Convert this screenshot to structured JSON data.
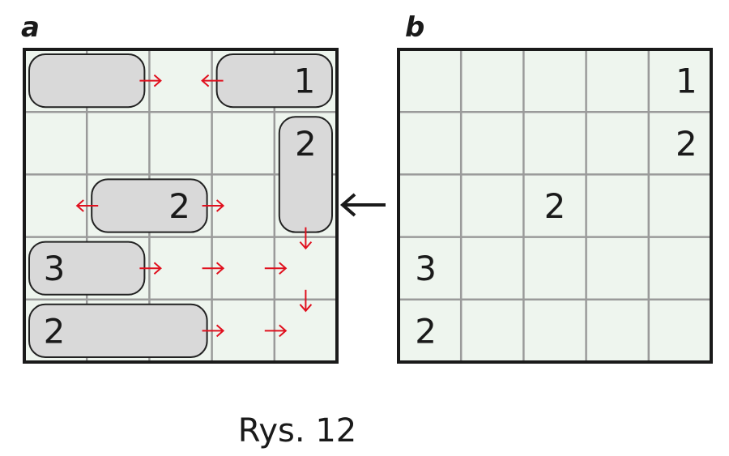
{
  "panels": {
    "a": {
      "label": "a",
      "size": 5,
      "blocks": [
        {
          "row": 0,
          "col": 0,
          "rows": 1,
          "cols": 2,
          "number": "",
          "number_at": "right"
        },
        {
          "row": 0,
          "col": 3,
          "rows": 1,
          "cols": 2,
          "number": "1",
          "number_at": "right"
        },
        {
          "row": 1,
          "col": 4,
          "rows": 2,
          "cols": 1,
          "number": "2",
          "number_at": "top"
        },
        {
          "row": 2,
          "col": 1,
          "rows": 1,
          "cols": 2,
          "number": "2",
          "number_at": "right"
        },
        {
          "row": 3,
          "col": 0,
          "rows": 1,
          "cols": 2,
          "number": "3",
          "number_at": "left"
        },
        {
          "row": 4,
          "col": 0,
          "rows": 1,
          "cols": 3,
          "number": "2",
          "number_at": "left"
        }
      ],
      "arrows": [
        {
          "line": 2,
          "row": 0,
          "dir": "right"
        },
        {
          "line": 3,
          "row": 0,
          "dir": "left"
        },
        {
          "line": 1,
          "row": 2,
          "dir": "left"
        },
        {
          "line": 3,
          "row": 2,
          "dir": "right"
        },
        {
          "line": 2,
          "row": 3,
          "dir": "right"
        },
        {
          "line": 3,
          "row": 3,
          "dir": "right"
        },
        {
          "line": 4,
          "row": 3,
          "dir": "right"
        },
        {
          "line": 3,
          "row": 4,
          "dir": "right"
        },
        {
          "line": 4,
          "row": 4,
          "dir": "right"
        },
        {
          "hline": 3,
          "col": 4,
          "dir": "down"
        },
        {
          "hline": 4,
          "col": 4,
          "dir": "down"
        }
      ]
    },
    "b": {
      "label": "b",
      "size": 5,
      "clues": [
        {
          "row": 0,
          "col": 4,
          "number": "1"
        },
        {
          "row": 1,
          "col": 4,
          "number": "2"
        },
        {
          "row": 2,
          "col": 2,
          "number": "2"
        },
        {
          "row": 3,
          "col": 0,
          "number": "3"
        },
        {
          "row": 4,
          "col": 0,
          "number": "2"
        }
      ]
    }
  },
  "transition_arrow": "left",
  "caption": "Rys. 12",
  "colors": {
    "cell": "#eef5ee",
    "grid": "#9a9a9a",
    "border": "#1a1a1a",
    "block": "#d9d9d9",
    "arrow": "#e0101e"
  }
}
